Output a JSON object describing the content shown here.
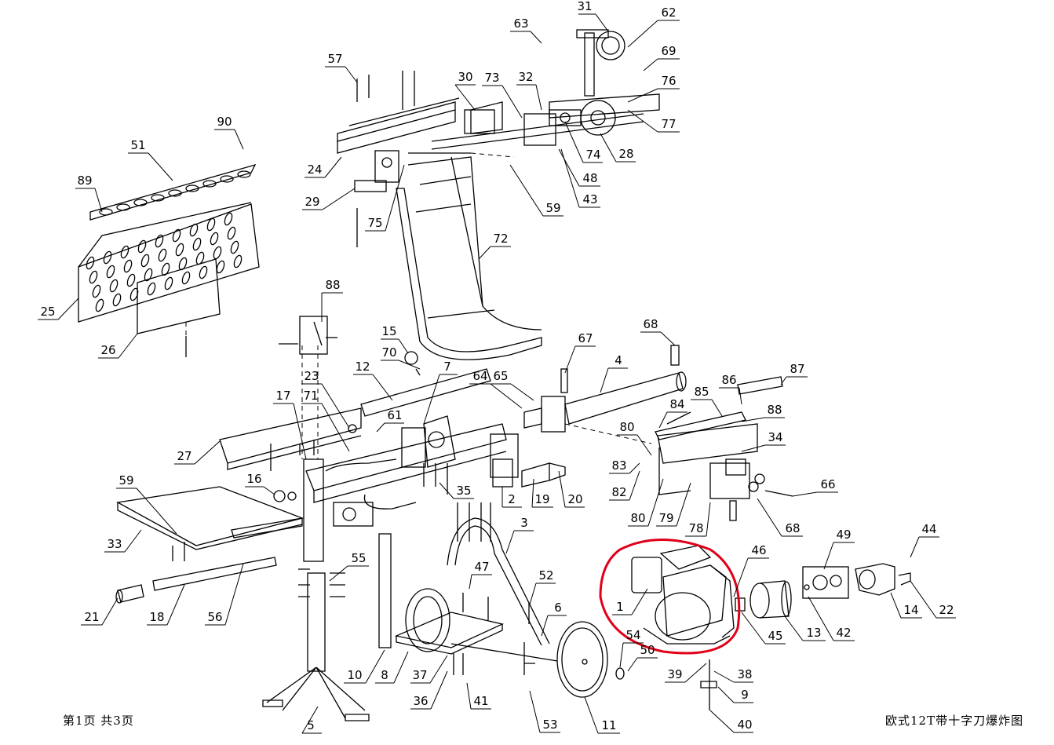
{
  "footer": {
    "page_info": "第1页 共3页",
    "drawing_title": "欧式12T带十字刀爆炸图"
  },
  "highlight_color": "#e0001a",
  "line_color": "#000000",
  "labels": {
    "p1": "1",
    "p2": "2",
    "p3": "3",
    "p4": "4",
    "p5": "5",
    "p6": "6",
    "p7": "7",
    "p8": "8",
    "p9": "9",
    "p10": "10",
    "p11": "11",
    "p12": "12",
    "p13": "13",
    "p14": "14",
    "p15": "15",
    "p16": "16",
    "p17": "17",
    "p18": "18",
    "p19": "19",
    "p20": "20",
    "p21": "21",
    "p22": "22",
    "p23": "23",
    "p24": "24",
    "p25": "25",
    "p26": "26",
    "p27": "27",
    "p28": "28",
    "p29": "29",
    "p30": "30",
    "p31": "31",
    "p32": "32",
    "p33": "33",
    "p34": "34",
    "p35": "35",
    "p36": "36",
    "p37": "37",
    "p38": "38",
    "p39": "39",
    "p40": "40",
    "p41": "41",
    "p42": "42",
    "p43": "43",
    "p44": "44",
    "p45": "45",
    "p46": "46",
    "p47": "47",
    "p48": "48",
    "p49": "49",
    "p50": "50",
    "p51": "51",
    "p52": "52",
    "p53": "53",
    "p54": "54",
    "p55": "55",
    "p56": "56",
    "p57": "57",
    "p59a": "59",
    "p59b": "59",
    "p61": "61",
    "p62": "62",
    "p63": "63",
    "p64": "64",
    "p65": "65",
    "p66": "66",
    "p67": "67",
    "p68a": "68",
    "p68b": "68",
    "p69": "69",
    "p70": "70",
    "p71": "71",
    "p72": "72",
    "p73": "73",
    "p74": "74",
    "p75": "75",
    "p76": "76",
    "p77": "77",
    "p78": "78",
    "p79": "79",
    "p80a": "80",
    "p80b": "80",
    "p82": "82",
    "p83": "83",
    "p84": "84",
    "p85": "85",
    "p86": "86",
    "p87": "87",
    "p88a": "88",
    "p88b": "88",
    "p89": "89",
    "p90": "90"
  }
}
